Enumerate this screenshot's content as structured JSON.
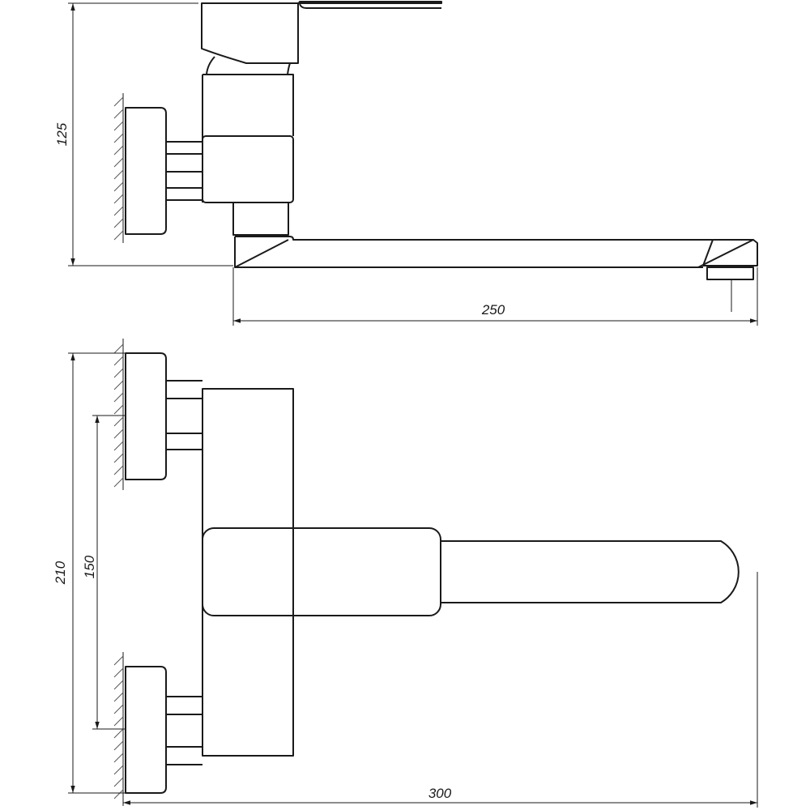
{
  "dimensions": {
    "side_view_height": "125",
    "side_view_spout_reach": "250",
    "front_view_height": "210",
    "front_view_inlet_spacing": "150",
    "front_view_total_width": "300"
  },
  "colors": {
    "line": "#1a1a1a",
    "background": "#ffffff"
  }
}
